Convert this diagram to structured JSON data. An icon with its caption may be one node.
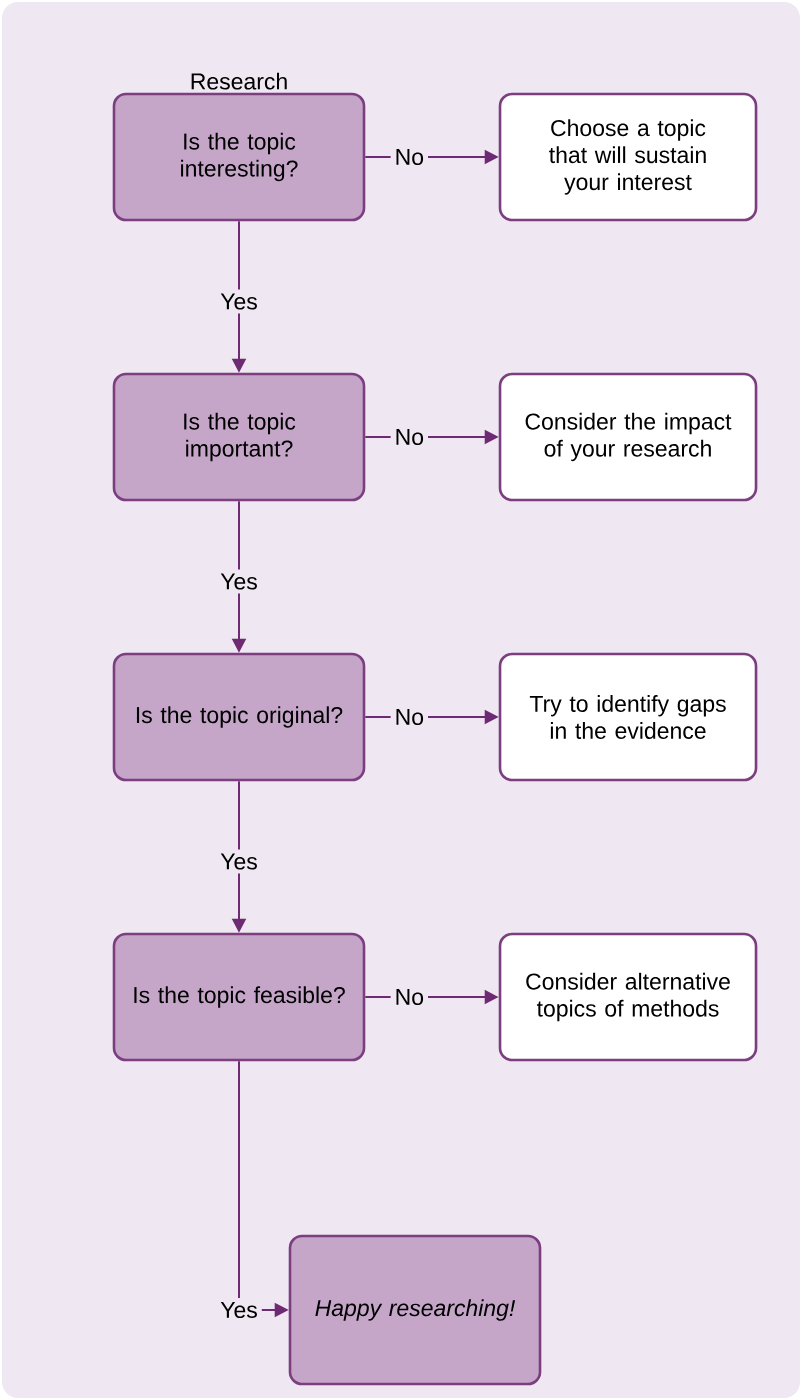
{
  "diagram": {
    "nodes": [
      {
        "text": [
          "Research",
          "Is the topic interesting?"
        ]
      },
      {
        "text": [
          "Choose a topic that will sustain your interest"
        ]
      },
      {
        "text": [
          "Is the topic important?"
        ]
      },
      {
        "text": [
          "Consider the impact of your research"
        ]
      },
      {
        "text": [
          "Is the topic original?"
        ]
      },
      {
        "text": [
          "Try to identify gaps in the evidence"
        ]
      },
      {
        "text": [
          "Is the topic feasible?"
        ]
      },
      {
        "text": [
          "Consider alternative topics of methods"
        ]
      },
      {
        "text": [
          "*Happy researching!*"
        ]
      }
    ],
    "edges": [
      {
        "from": 0,
        "to": 1,
        "arrow": "to",
        "label": "No"
      },
      {
        "from": 0,
        "to": 2,
        "arrow": "to",
        "label": "Yes"
      },
      {
        "from": 2,
        "to": 3,
        "arrow": "to",
        "label": "No"
      },
      {
        "from": 2,
        "to": 4,
        "arrow": "to",
        "label": "Yes"
      },
      {
        "from": 4,
        "to": 5,
        "arrow": "to",
        "label": "No"
      },
      {
        "from": 4,
        "to": 6,
        "arrow": "to",
        "label": "Yes"
      },
      {
        "from": 6,
        "to": 7,
        "arrow": "to",
        "label": "No"
      },
      {
        "from": 6,
        "to": 8,
        "arrow": "to",
        "label": "Yes"
      }
    ]
  }
}
